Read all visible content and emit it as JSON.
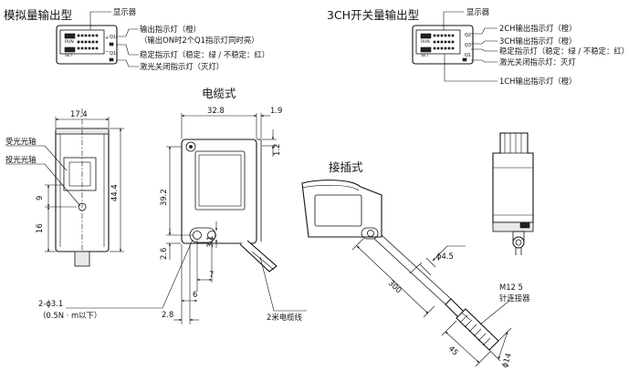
{
  "analog": {
    "title": "模拟量输出型",
    "display_label": "显示器",
    "output_led_label": "输出指示灯（橙）",
    "output_led_note": "（输出ON时2个Q1指示灯同时亮）",
    "stable_led_label": "稳定指示灯（稳定：绿 / 不稳定：红）",
    "laser_off_label": "激光关闭指示灯（灭灯）",
    "panel_run": "RUN",
    "panel_set": "SET",
    "panel_q1a": "Q1",
    "panel_q1b": "Q1",
    "panel_plus": "+",
    "panel_minus": "−"
  },
  "switch3ch": {
    "title": "3CH开关量输出型",
    "display_label": "显示器",
    "ch2_label": "2CH输出指示灯（橙）",
    "ch3_label": "3CH输出指示灯（橙）",
    "stable_led_label": "稳定指示灯（稳定：绿 / 不稳定：红）",
    "laser_off_label": "激光关闭指示灯：灭灯",
    "ch1_label": "1CH输出指示灯（橙）",
    "panel_run": "RUN",
    "panel_set": "SET",
    "panel_q2": "Q2",
    "panel_q3": "Q3",
    "panel_q1": "Q1"
  },
  "cable": {
    "title": "电缆式",
    "receiver_axis": "受光光轴",
    "emitter_axis": "投光光轴",
    "dim_width": "17.4",
    "dim_height": "44.4",
    "dim_9": "9",
    "dim_16": "16",
    "dim_front_w": "32.8",
    "dim_1_9": "1.9",
    "dim_1_2": "1.2",
    "dim_39_2": "39.2",
    "dim_2_6": "2.6",
    "dim_3_1": "3.1",
    "dim_7": "7",
    "dim_6": "6",
    "dim_2_8": "2.8",
    "hole_note": "2-ϕ3.1",
    "torque_note": "（0.5N · m以下）",
    "cable_note": "2米电缆线"
  },
  "connector": {
    "title": "接插式",
    "dim_phi45": "ϕ4.5",
    "dim_300": "300",
    "dim_45": "45",
    "dim_phi14": "ϕ14",
    "connector_model": "M12 5",
    "connector_name": "针连接器"
  }
}
